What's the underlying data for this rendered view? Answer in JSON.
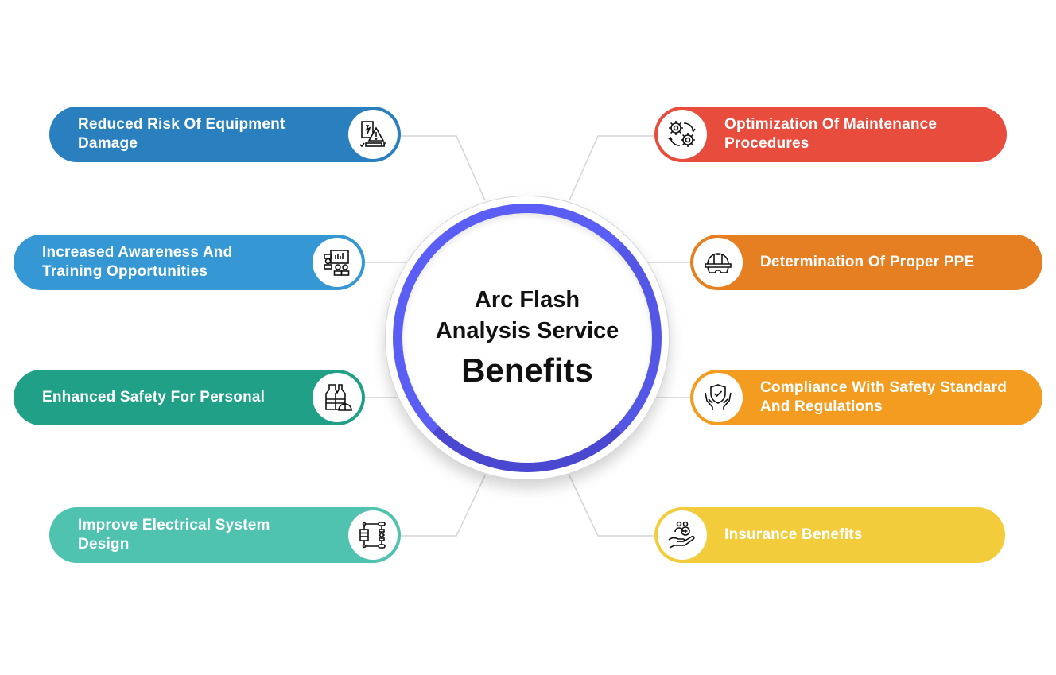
{
  "hub": {
    "line1": "Arc Flash",
    "line2": "Analysis Service",
    "line3": "Benefits",
    "ring_color": "#5a5ef5"
  },
  "benefits": [
    {
      "label": "Reduced Risk Of Equipment Damage",
      "icon": "equipment-damage-warning-icon",
      "color": "#2a80bf"
    },
    {
      "label": "Increased Awareness And Training Opportunities",
      "icon": "training-presentation-icon",
      "color": "#3598d4"
    },
    {
      "label": "Enhanced Safety For Personal",
      "icon": "safety-vest-helmet-icon",
      "color": "#21a088"
    },
    {
      "label": "Improve Electrical System Design",
      "icon": "system-flowchart-icon",
      "color": "#50c2b0"
    },
    {
      "label": "Optimization Of Maintenance Procedures",
      "icon": "gears-cycle-icon",
      "color": "#e74c3c"
    },
    {
      "label": "Determination Of Proper PPE",
      "icon": "hard-hat-goggles-icon",
      "color": "#e67e22"
    },
    {
      "label": "Compliance With Safety Standard And Regulations",
      "icon": "shield-hands-icon",
      "color": "#f39c1f"
    },
    {
      "label": "Insurance Benefits",
      "icon": "hand-people-plus-icon",
      "color": "#f2cc3a"
    }
  ],
  "connector_color": "#d4d4d4"
}
